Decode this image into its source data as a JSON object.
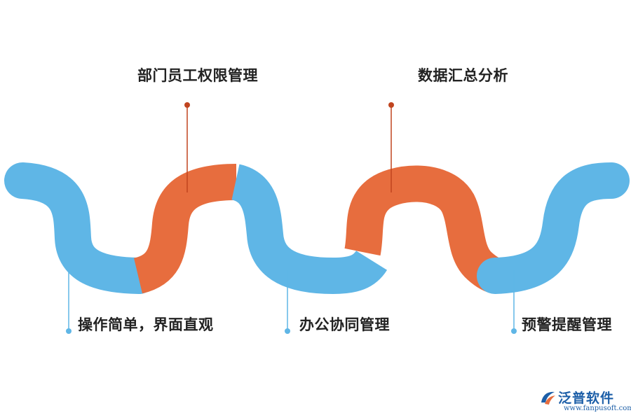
{
  "labels": {
    "top": [
      "部门员工权限管理",
      "数据汇总分析"
    ],
    "bottom": [
      "操作简单，界面直观",
      "办公协同管理",
      "预警提醒管理"
    ]
  },
  "colors": {
    "blue": "#5fb6e6",
    "orange": "#e76d3e",
    "top_connector": "#c0441f",
    "bottom_connector": "#5fb6e6",
    "text": "#222222"
  },
  "logo": {
    "name": "泛普软件",
    "url": "www.fanpusoft.com"
  }
}
